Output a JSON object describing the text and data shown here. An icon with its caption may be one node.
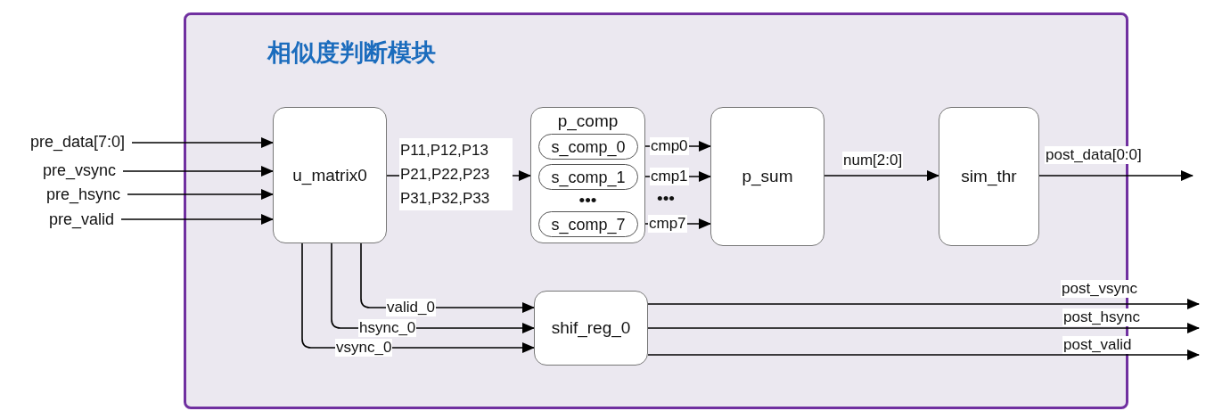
{
  "diagram": {
    "nodes": [
      {
        "text": [
          "相似度判断模块"
        ]
      },
      {
        "text": [
          "u_matrix0"
        ],
        "in": 0
      },
      {
        "text": [
          "p_comp",
          "•••"
        ],
        "in": 0
      },
      {
        "text": [
          "s_comp_0"
        ],
        "in": 2
      },
      {
        "text": [
          "s_comp_1"
        ],
        "in": 2
      },
      {
        "text": [
          "s_comp_7"
        ],
        "in": 2
      },
      {
        "text": [
          "p_sum"
        ],
        "in": 0
      },
      {
        "text": [
          "sim_thr"
        ],
        "in": 0
      },
      {
        "text": [
          "shif_reg_0"
        ],
        "in": 0
      },
      {
        "text": [
          "pre_data[7:0]"
        ]
      },
      {
        "text": [
          "pre_vsync"
        ]
      },
      {
        "text": [
          "pre_hsync"
        ]
      },
      {
        "text": [
          "pre_valid"
        ]
      }
    ],
    "edges": [
      {
        "from": 9,
        "to": 1,
        "arrow": "to"
      },
      {
        "from": 10,
        "to": 1,
        "arrow": "to"
      },
      {
        "from": 11,
        "to": 1,
        "arrow": "to"
      },
      {
        "from": 12,
        "to": 1,
        "arrow": "to"
      },
      {
        "from": 1,
        "to": 2,
        "arrow": "to",
        "label": "P11,P12,P13 P21,P22,P23 P31,P32,P33"
      },
      {
        "from": 3,
        "to": 6,
        "arrow": "to",
        "label": "cmp0"
      },
      {
        "from": 4,
        "to": 6,
        "arrow": "to",
        "label": "cmp1"
      },
      {
        "from": 5,
        "to": 6,
        "arrow": "to",
        "label": "cmp7"
      },
      {
        "from": 6,
        "to": 7,
        "arrow": "to",
        "label": "num[2:0]"
      },
      {
        "from": 7,
        "to": null,
        "arrow": "to",
        "label": "post_data[0:0]"
      },
      {
        "from": 1,
        "to": 8,
        "arrow": "to",
        "label": "valid_0"
      },
      {
        "from": 1,
        "to": 8,
        "arrow": "to",
        "label": "hsync_0"
      },
      {
        "from": 1,
        "to": 8,
        "arrow": "to",
        "label": "vsync_0"
      },
      {
        "from": 8,
        "to": null,
        "arrow": "to",
        "label": "post_vsync"
      },
      {
        "from": 8,
        "to": null,
        "arrow": "to",
        "label": "post_hsync"
      },
      {
        "from": 8,
        "to": null,
        "arrow": "to",
        "label": "post_valid"
      }
    ],
    "labels": [
      "•••"
    ]
  }
}
